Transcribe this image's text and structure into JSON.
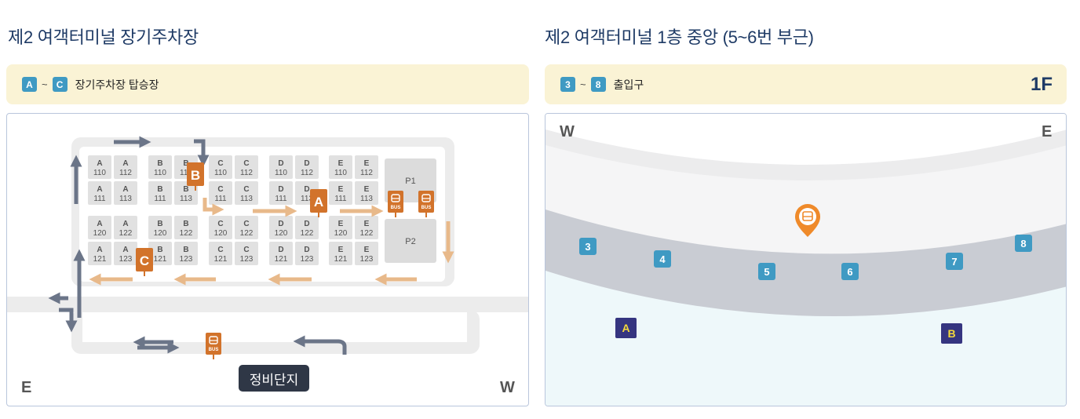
{
  "left_panel": {
    "title": "제2 여객터미널 장기주차장",
    "legend": {
      "from": "A",
      "sep": "~",
      "to": "C",
      "text": "장기주차장 탑승장"
    },
    "west_label": "W",
    "east_label": "E",
    "repair_label": "정비단지",
    "bus_label": "BUS",
    "zone_labels": {
      "p1": "P1",
      "p2": "P2"
    },
    "stops": [
      "A",
      "B",
      "C"
    ],
    "lots": [
      {
        "col": "A",
        "nums": [
          "110",
          "111",
          "120",
          "121"
        ]
      },
      {
        "col": "A",
        "nums": [
          "112",
          "113",
          "122",
          "123"
        ]
      },
      {
        "col": "B",
        "nums": [
          "110",
          "111",
          "120",
          "121"
        ]
      },
      {
        "col": "B",
        "nums": [
          "112",
          "113",
          "122",
          "123"
        ]
      },
      {
        "col": "C",
        "nums": [
          "110",
          "111",
          "120",
          "121"
        ]
      },
      {
        "col": "C",
        "nums": [
          "112",
          "113",
          "122",
          "123"
        ]
      },
      {
        "col": "D",
        "nums": [
          "110",
          "111",
          "120",
          "121"
        ]
      },
      {
        "col": "D",
        "nums": [
          "112",
          "113",
          "122",
          "123"
        ]
      },
      {
        "col": "E",
        "nums": [
          "110",
          "111",
          "120",
          "121"
        ]
      },
      {
        "col": "E",
        "nums": [
          "112",
          "113",
          "122",
          "123"
        ]
      }
    ],
    "colors": {
      "arrow_orange": "#e8b98a",
      "arrow_gray": "#6b7588",
      "stop_orange": "#d2732b",
      "lot_gray": "#e1e1e1"
    }
  },
  "right_panel": {
    "title": "제2 여객터미널 1층 중앙 (5~6번 부근)",
    "legend": {
      "from": "3",
      "sep": "~",
      "to": "8",
      "text": "출입구"
    },
    "floor": "1F",
    "west_label": "W",
    "east_label": "E",
    "gates": [
      "3",
      "4",
      "5",
      "6",
      "7",
      "8"
    ],
    "zones": [
      "A",
      "B"
    ],
    "colors": {
      "gate_blue": "#3f9ac3",
      "zone_navy": "#353580",
      "zone_text": "#f4d93b",
      "pin_orange": "#ef8a2a",
      "outdoor": "#eef8fa"
    }
  }
}
